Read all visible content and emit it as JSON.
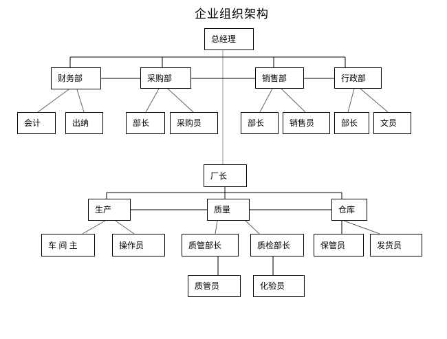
{
  "title": "企业组织架构",
  "colors": {
    "background": "#ffffff",
    "box_border": "#000000",
    "text": "#000000",
    "line": "#000000",
    "diagonal_line": "#606060",
    "trunk_line": "#8f8f8f"
  },
  "nodes": {
    "zongjingli": {
      "label": "总经理"
    },
    "caiwubu": {
      "label": "财务部"
    },
    "caigoubu": {
      "label": "采购部"
    },
    "xiaoshoubu": {
      "label": "销售部"
    },
    "xingzhengbu": {
      "label": "行政部"
    },
    "kuaiji": {
      "label": "会计"
    },
    "chuna": {
      "label": "出纳"
    },
    "buzhang1": {
      "label": "部长"
    },
    "caigouyuan": {
      "label": "采购员"
    },
    "buzhang2": {
      "label": "部长"
    },
    "xiaoshouyuan": {
      "label": "销售员"
    },
    "buzhang3": {
      "label": "部长"
    },
    "wenyuan": {
      "label": "文员"
    },
    "changzhang": {
      "label": "厂长"
    },
    "shengchan": {
      "label": "生产"
    },
    "zhiliang": {
      "label": "质量"
    },
    "cangku": {
      "label": "仓库"
    },
    "chejianzhu": {
      "label": "车 间 主"
    },
    "caozuoyuan": {
      "label": "操作员"
    },
    "zhiguanbuzhang": {
      "label": "质管部长"
    },
    "zhijianbuzhang": {
      "label": "质检部长"
    },
    "baoguanyuan": {
      "label": "保管员"
    },
    "fahuoyuan": {
      "label": "发货员"
    },
    "zhiguanyuan": {
      "label": "质管员"
    },
    "huayanyuan": {
      "label": "化验员"
    }
  },
  "edges": [
    {
      "from": "总经理",
      "to": "财务部"
    },
    {
      "from": "总经理",
      "to": "采购部"
    },
    {
      "from": "总经理",
      "to": "销售部"
    },
    {
      "from": "总经理",
      "to": "行政部"
    },
    {
      "from": "总经理",
      "to": "厂长"
    },
    {
      "from": "财务部",
      "to": "会计"
    },
    {
      "from": "财务部",
      "to": "出纳"
    },
    {
      "from": "采购部",
      "to": "部长"
    },
    {
      "from": "采购部",
      "to": "采购员"
    },
    {
      "from": "销售部",
      "to": "部长"
    },
    {
      "from": "销售部",
      "to": "销售员"
    },
    {
      "from": "行政部",
      "to": "部长"
    },
    {
      "from": "行政部",
      "to": "文员"
    },
    {
      "from": "厂长",
      "to": "生产"
    },
    {
      "from": "厂长",
      "to": "质量"
    },
    {
      "from": "厂长",
      "to": "仓库"
    },
    {
      "from": "生产",
      "to": "车 间 主"
    },
    {
      "from": "生产",
      "to": "操作员"
    },
    {
      "from": "质量",
      "to": "质管部长"
    },
    {
      "from": "质量",
      "to": "质检部长"
    },
    {
      "from": "仓库",
      "to": "保管员"
    },
    {
      "from": "仓库",
      "to": "发货员"
    },
    {
      "from": "质管部长",
      "to": "质管员"
    },
    {
      "from": "质检部长",
      "to": "化验员"
    }
  ]
}
